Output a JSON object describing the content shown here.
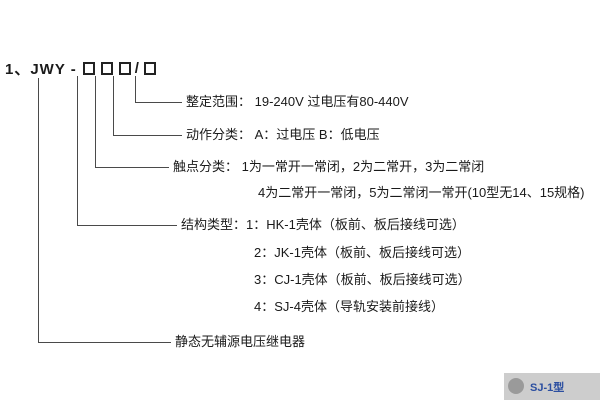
{
  "model": {
    "prefix": "1、JWY -",
    "slash": "/"
  },
  "callouts": {
    "range": {
      "label": "整定范围： 19-240V 过电压有80-440V"
    },
    "action": {
      "label": "动作分类： A：过电压   B：低电压"
    },
    "contact": {
      "line1": "触点分类： 1为一常开一常闭，2为二常开，3为二常闭",
      "line2": "4为二常开一常闭，5为二常闭一常开(10型无14、15规格)"
    },
    "structure": {
      "line1": "结构类型：1：HK-1壳体（板前、板后接线可选）",
      "line2": "2：JK-1壳体（板前、板后接线可选）",
      "line3": "3：CJ-1壳体（板前、板后接线可选）",
      "line4": "4：SJ-4壳体（导轨安装前接线）"
    },
    "product": {
      "label": "静态无辅源电压继电器"
    }
  },
  "watermark": {
    "text": "SJ-1型"
  },
  "colors": {
    "line": "#4a4a4a",
    "text": "#1a1a1a",
    "watermark_text": "#2b4ea0",
    "watermark_bg": "#cdcdcd"
  }
}
